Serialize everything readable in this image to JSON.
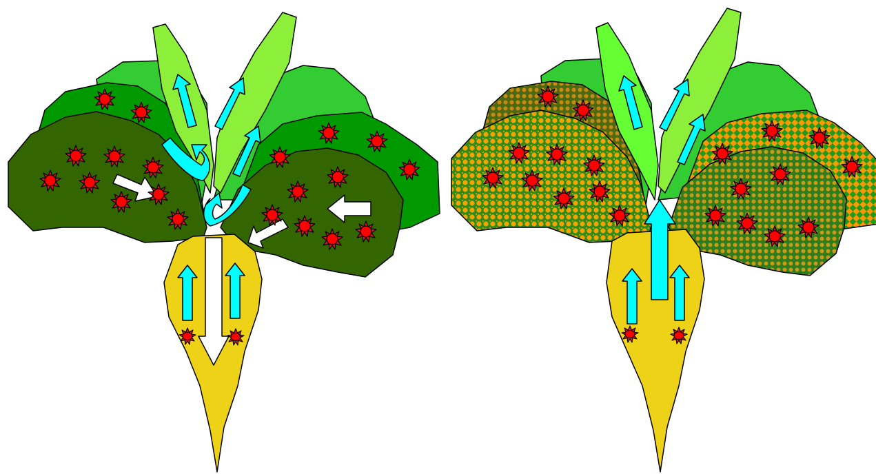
{
  "diagram": {
    "panels": [
      {
        "id": "left",
        "state": "healthy",
        "description_colors": {
          "root": "#EED218",
          "young_leaf": "#8CF03A",
          "mid_leaf": "#33CC33",
          "old_leaf": "#009900",
          "oldest_leaf": "#336600",
          "mobile_flow_arrow": "#00FFFF",
          "remobilization_arrow": "#FFFFFF",
          "particle": "#FF0000"
        }
      },
      {
        "id": "right",
        "state": "senescent",
        "description_colors": {
          "root": "#EED218",
          "young_leaf": "#66FF33",
          "mid_leaf": "#33CC33",
          "patterned_leaf_a": "#FF9900",
          "patterned_leaf_b": "#009900",
          "mobile_flow_arrow": "#00FFFF",
          "particle": "#FF0000"
        }
      }
    ],
    "icons": [
      "particle-starburst-icon",
      "upward-flow-arrow-icon",
      "remobilization-arrow-icon",
      "curved-return-arrow-icon"
    ]
  }
}
